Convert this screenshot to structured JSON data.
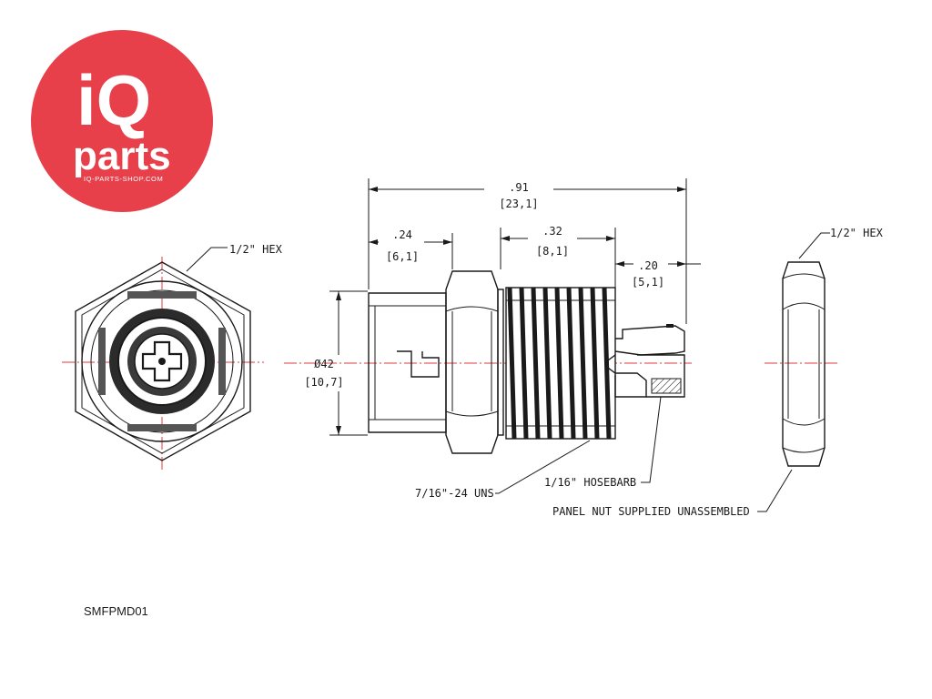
{
  "brand": {
    "logo_main": "iQ",
    "logo_sub": "parts",
    "logo_url": "IQ-PARTS-SHOP.COM",
    "color": "#e8404a"
  },
  "dimensions": {
    "overall_in": ".91",
    "overall_mm": "[23,1]",
    "body_in": ".24",
    "body_mm": "[6,1]",
    "thread_in": ".32",
    "thread_mm": "[8,1]",
    "barb_in": ".20",
    "barb_mm": "[5,1]",
    "dia_in": "Ø42",
    "dia_mm": "[10,7]"
  },
  "callouts": {
    "hex_left": "1/2\" HEX",
    "hex_right": "1/2\" HEX",
    "thread": "7/16\"-24 UNS",
    "hosebarb": "1/16\" HOSEBARB",
    "panel_nut": "PANEL NUT SUPPLIED UNASSEMBLED"
  },
  "part_code": "SMFPMD01",
  "colors": {
    "centerline": "#e2383f",
    "line": "#1a1a1a"
  }
}
